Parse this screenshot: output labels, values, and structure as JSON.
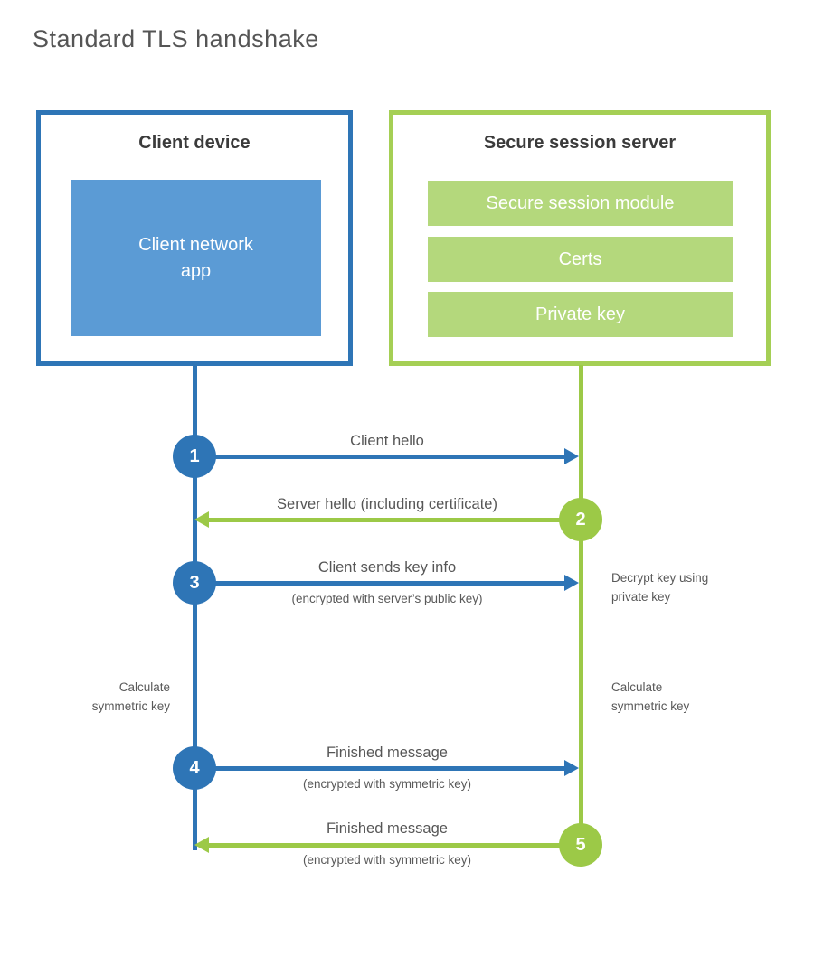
{
  "title": "Standard TLS handshake",
  "client": {
    "heading": "Client device",
    "app": "Client network\napp"
  },
  "server": {
    "heading": "Secure session server",
    "modules": [
      "Secure session module",
      "Certs",
      "Private key"
    ]
  },
  "steps": [
    {
      "num": "1",
      "from": "client",
      "direction": "right",
      "label": "Client hello",
      "sub": ""
    },
    {
      "num": "2",
      "from": "server",
      "direction": "left",
      "label": "Server hello (including certificate)",
      "sub": ""
    },
    {
      "num": "3",
      "from": "client",
      "direction": "right",
      "label": "Client sends key info",
      "sub": "(encrypted with server’s public key)"
    },
    {
      "num": "4",
      "from": "client",
      "direction": "right",
      "label": "Finished message",
      "sub": "(encrypted with symmetric key)"
    },
    {
      "num": "5",
      "from": "server",
      "direction": "left",
      "label": "Finished message",
      "sub": "(encrypted with symmetric key)"
    }
  ],
  "notes": {
    "decrypt": "Decrypt key using\nprivate key",
    "calc_left": "Calculate\nsymmetric key",
    "calc_right": "Calculate\nsymmetric key"
  },
  "colors": {
    "blue": "#2e75b6",
    "blue_light": "#5b9bd5",
    "green": "#9cc947",
    "green_border": "#a5cf55",
    "green_light": "#b4d87c",
    "heading_text": "#3b3b3b",
    "label_text": "#595959"
  }
}
